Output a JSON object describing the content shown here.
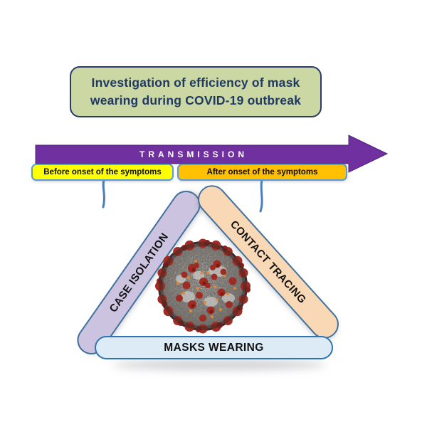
{
  "title": {
    "text": "Investigation of efficiency of mask wearing during COVID-19 outbreak"
  },
  "arrow": {
    "label": "TRANSMISSION",
    "color": "#7030A0"
  },
  "phases": {
    "before": {
      "label": "Before onset of the symptoms",
      "color": "#FFFF00"
    },
    "after": {
      "label": "After onset of the symptoms",
      "color": "#FFC000"
    }
  },
  "triangle": {
    "left": {
      "label": "CASE ISOLATION",
      "color": "#CBC3DF"
    },
    "right": {
      "label": "CONTACT TRACING",
      "color": "#F8D8B5"
    },
    "bottom": {
      "label": "MASKS WEARING",
      "color": "#DCEBF5"
    }
  },
  "icons": {
    "center_image": "coronavirus-particle"
  }
}
